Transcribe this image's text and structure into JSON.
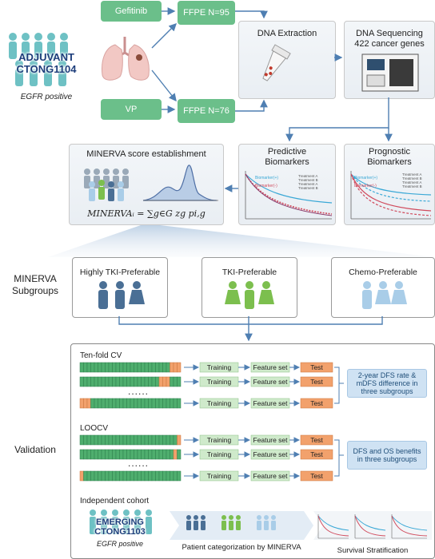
{
  "top": {
    "cohort_line1": "ADJUVANT",
    "cohort_line2": "CTONG1104",
    "cohort_caption": "EGFR positive",
    "arm1": "Gefitinib",
    "arm2": "VP",
    "ffpe1": "FFPE N=95",
    "ffpe2": "FFPE N=76",
    "dna_extraction": "DNA Extraction",
    "dna_seq_line1": "DNA Sequencing",
    "dna_seq_line2": "422 cancer genes"
  },
  "middle": {
    "minerva_title": "MINERVA score establishment",
    "formula": "MINERVAᵢ = ∑g∈G zg pi,g",
    "predictive_line1": "Predictive",
    "predictive_line2": "Biomarkers",
    "prognostic_line1": "Prognostic",
    "prognostic_line2": "Biomarkers",
    "legend_pos": "Biomarker(+)",
    "legend_neg": "Biomarker(-)",
    "treatment_a": "Treatment A",
    "treatment_b": "Treatment B"
  },
  "subgroups": {
    "label_line1": "MINERVA",
    "label_line2": "Subgroups",
    "items": [
      "Highly TKI-Preferable",
      "TKI-Preferable",
      "Chemo-Preferable"
    ]
  },
  "validation": {
    "label": "Validation",
    "tenfold_title": "Ten-fold CV",
    "loocv_title": "LOOCV",
    "dots": "......",
    "training": "Training",
    "feature_set": "Feature set",
    "test": "Test",
    "result1": "2-year DFS rate & mDFS difference in three subgroups",
    "result2": "DFS and OS benefits in three subgroups",
    "independent_title": "Independent cohort",
    "emerging_line1": "EMERGING",
    "emerging_line2": "CTONG1103",
    "emerging_caption": "EGFR positive",
    "categorization": "Patient categorization by MINERVA",
    "survival": "Survival Stratification"
  },
  "colors": {
    "green": "#6bbf8a",
    "teal": "#69c6cf",
    "dark_blue": "#4a6f95",
    "mid_green": "#7cbf4e",
    "light_blue": "#a9cde8",
    "orange": "#f2a16c",
    "red": "#d04a5c",
    "cyan": "#3aa8d6"
  }
}
